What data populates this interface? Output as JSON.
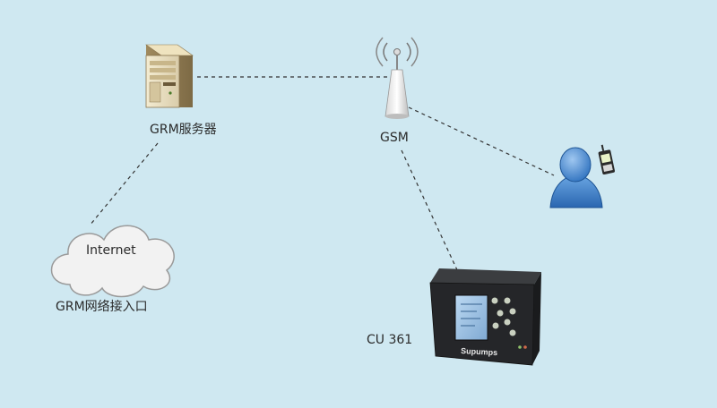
{
  "nodes": {
    "server": {
      "label": "GRM服务器",
      "icon": "server-icon"
    },
    "gsm": {
      "label": "GSM",
      "icon": "antenna-tower-icon"
    },
    "internet": {
      "cloud_text": "Internet",
      "label": "GRM网络接入口",
      "icon": "cloud-icon"
    },
    "user": {
      "icon": "user-with-phone-icon"
    },
    "controller": {
      "label": "CU 361",
      "brand": "Supumps",
      "icon": "controller-device-icon"
    }
  },
  "links": [
    {
      "from": "server",
      "to": "gsm",
      "style": "dashed"
    },
    {
      "from": "server",
      "to": "internet",
      "style": "dashed"
    },
    {
      "from": "gsm",
      "to": "user",
      "style": "dashed"
    },
    {
      "from": "gsm",
      "to": "controller",
      "style": "dashed"
    }
  ],
  "colors": {
    "background": "#cfe8f1",
    "line": "#333333",
    "user_figure": "#3f86d1"
  }
}
